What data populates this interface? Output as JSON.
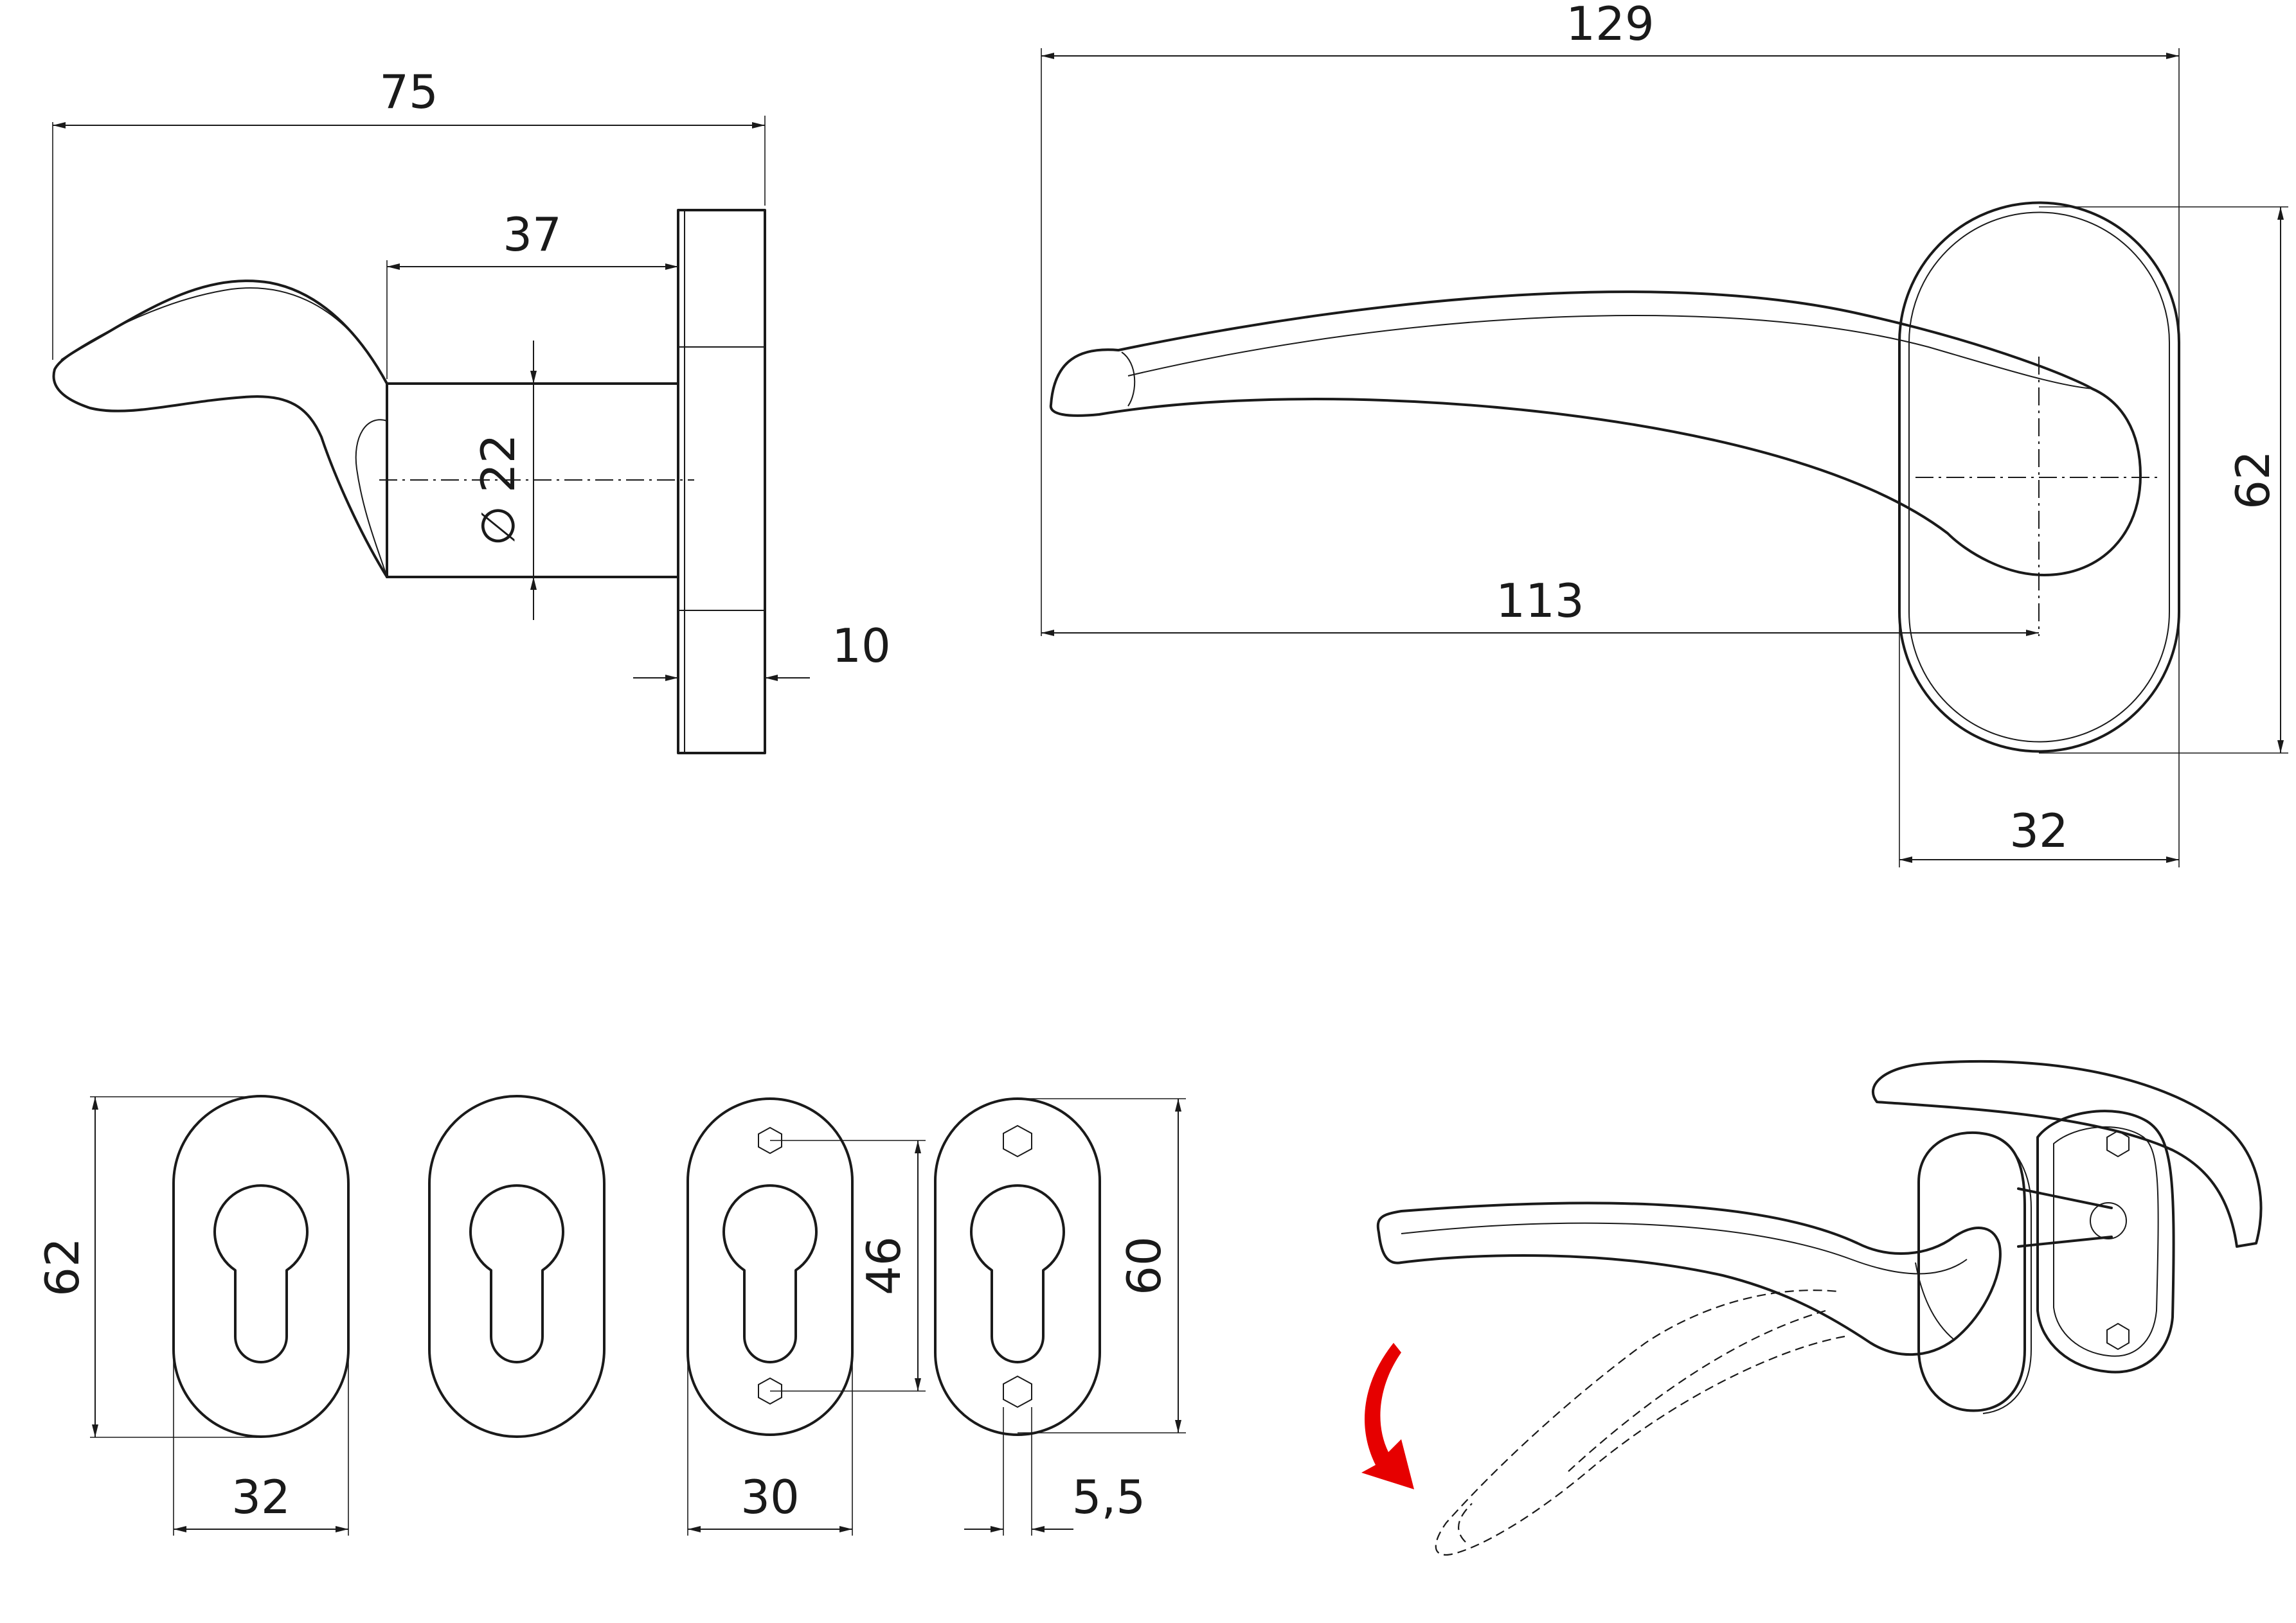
{
  "side_view": {
    "dim_total_length": "75",
    "dim_neck_length": "37",
    "dim_neck_diameter": "22",
    "diameter_symbol": "∅",
    "dim_rose_thickness": "10"
  },
  "front_view": {
    "dim_total_length": "129",
    "dim_lever_to_axis": "113",
    "dim_rose_height": "62",
    "dim_rose_width": "32"
  },
  "escutcheons": {
    "dim_height": "62",
    "dim_width": "32",
    "dim_screw_spacing": "46",
    "dim_plate_width": "30",
    "dim_plate_height": "60",
    "dim_hex_size": "5,5"
  },
  "colors": {
    "line": "#1a1a1a",
    "rotation_arrow": "#e60000"
  },
  "icons": {
    "rotation": "curved-arrow-down-icon"
  }
}
